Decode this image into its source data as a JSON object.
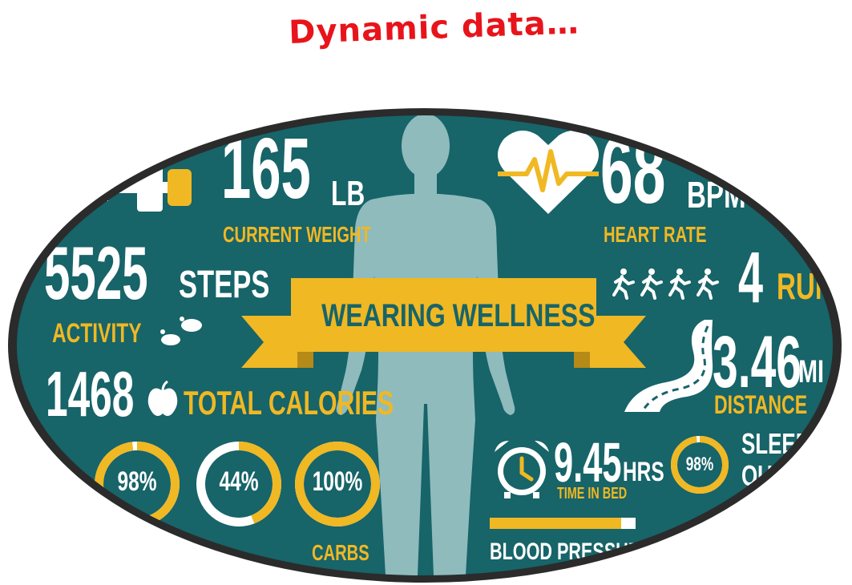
{
  "caption": "Dynamic data…",
  "banner": {
    "title": "WEARING WELLNESS"
  },
  "weight": {
    "value": "165",
    "unit": "LB",
    "label": "CURRENT WEIGHT"
  },
  "heart": {
    "value": "68",
    "unit": "BPM",
    "label": "HEART RATE"
  },
  "steps": {
    "value": "5525",
    "unit": "STEPS",
    "label": "ACTIVITY"
  },
  "runs": {
    "value": "4",
    "unit": "RUNS"
  },
  "distance": {
    "value": "3.46",
    "unit": "MI",
    "label": "DISTANCE"
  },
  "calories": {
    "value": "1468",
    "label": "TOTAL CALORIES"
  },
  "rings": [
    {
      "text": "98%",
      "fraction": 0.98,
      "caption": ""
    },
    {
      "text": "44%",
      "fraction": 0.44,
      "caption": ""
    },
    {
      "text": "100%",
      "fraction": 1.0,
      "caption": "CARBS"
    }
  ],
  "sleep": {
    "hours": "9.45",
    "unit": "HRS",
    "label": "TIME IN BED",
    "quality_text": "98%",
    "quality_fraction": 0.98,
    "quality_label_1": "SLEEP",
    "quality_label_2": "QU"
  },
  "blood_pressure": {
    "label": "BLOOD PRESSURE",
    "fraction": 0.9
  },
  "colors": {
    "teal": "#176469",
    "gold": "#f0b823",
    "figure": "#8fbbbd",
    "caption": "#e8141b"
  }
}
